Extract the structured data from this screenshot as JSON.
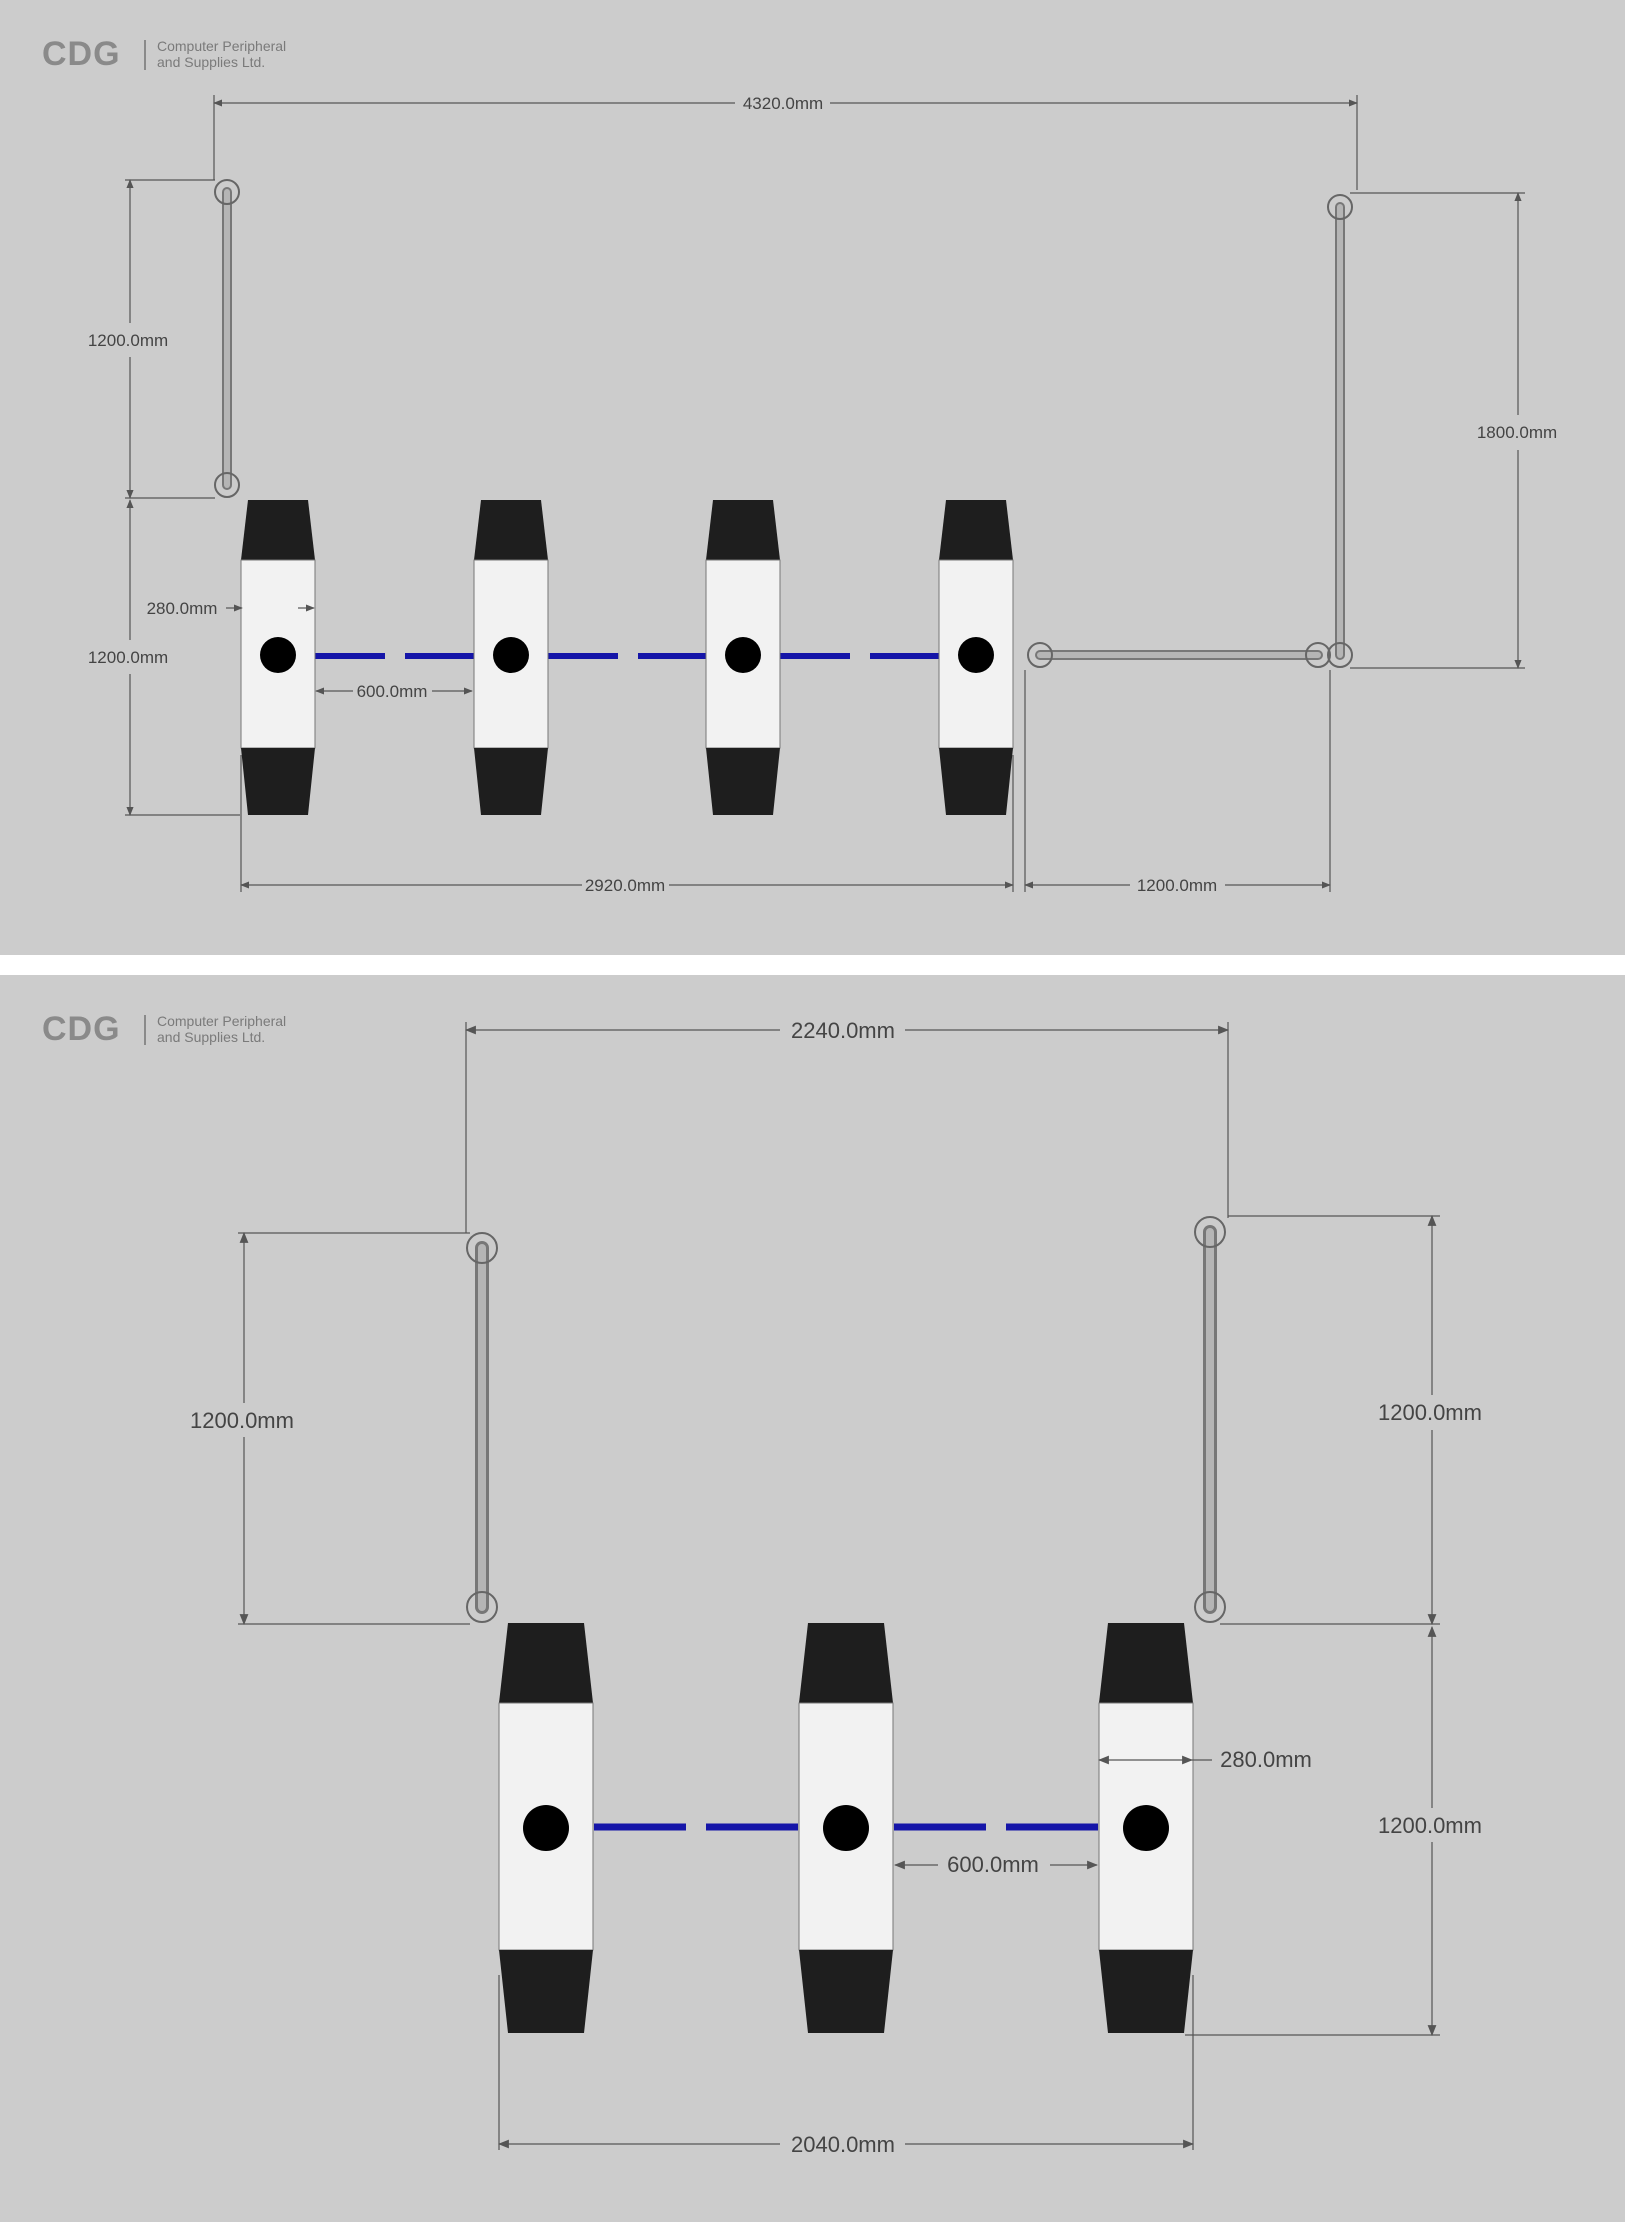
{
  "logo": {
    "mark": "CDG",
    "line1": "Computer Peripheral",
    "line2": "and Supplies Ltd."
  },
  "top_layout": {
    "dimensions": {
      "overall_width": "4320.0mm",
      "left_rail_length": "1200.0mm",
      "right_rail_length": "1800.0mm",
      "cabinet_width": "280.0mm",
      "lane_height": "1200.0mm",
      "lane_width": "600.0mm",
      "turnstile_row_width": "2920.0mm",
      "exit_rail_length": "1200.0mm"
    }
  },
  "bottom_layout": {
    "dimensions": {
      "overall_width": "2240.0mm",
      "left_rail_length": "1200.0mm",
      "right_rail_length": "1200.0mm",
      "cabinet_width": "280.0mm",
      "lane_height": "1200.0mm",
      "lane_width": "600.0mm",
      "turnstile_row_width": "2040.0mm"
    }
  },
  "colors": {
    "background": "#cccccc",
    "cabinet_body": "#f2f2f2",
    "cabinet_cap": "#1e1e1e",
    "arm": "#1515a8",
    "rail": "#a8a8a8",
    "dimension_line": "#555555"
  }
}
